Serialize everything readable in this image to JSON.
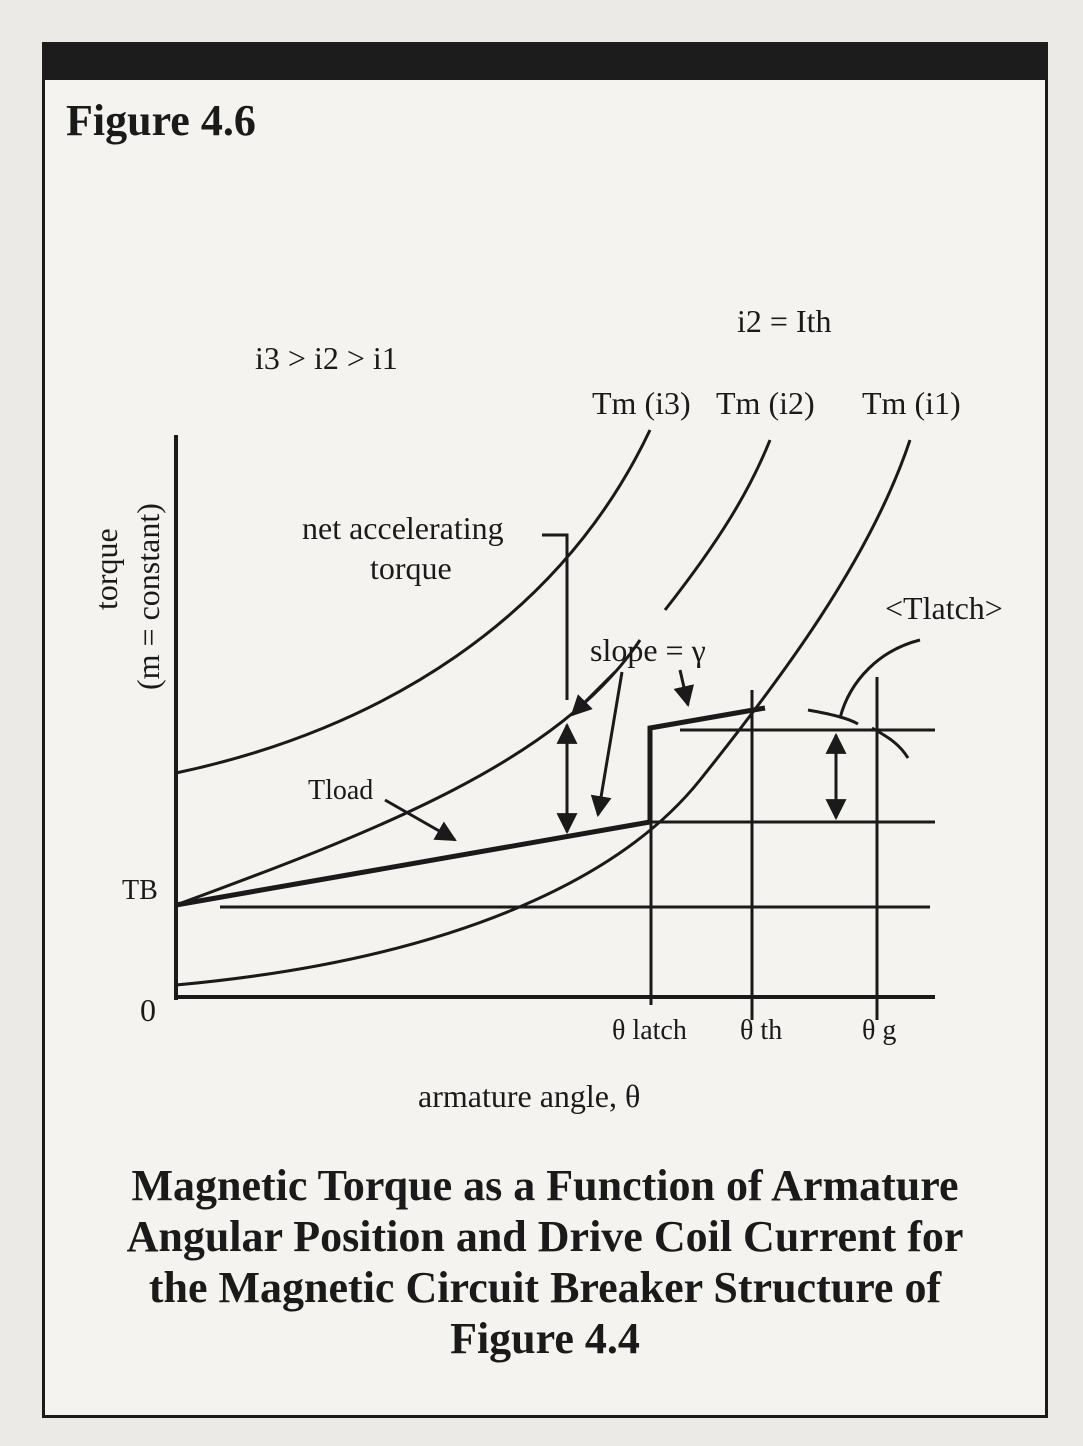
{
  "figure_label": "Figure 4.6",
  "caption": "Magnetic Torque as a Function of Armature Angular Position and Drive Coil Current for the Magnetic Circuit Breaker Structure of Figure 4.4",
  "labels": {
    "current_order": "i3 > i2 > i1",
    "threshold": "i2 = Ith",
    "tm_i3": "Tm (i3)",
    "tm_i2": "Tm (i2)",
    "tm_i1": "Tm (i1)",
    "net_accel": "net accelerating",
    "net_accel2": "torque",
    "t_latch": "<Tlatch>",
    "slope": "slope = γ",
    "t_load": "Tload",
    "t_b": "TB",
    "zero": "0",
    "theta_latch": "θ latch",
    "theta_th": "θ th",
    "theta_g": "θ g",
    "x_axis": "armature angle, θ",
    "y_axis": "torque",
    "y_axis2": "(m = constant)"
  }
}
